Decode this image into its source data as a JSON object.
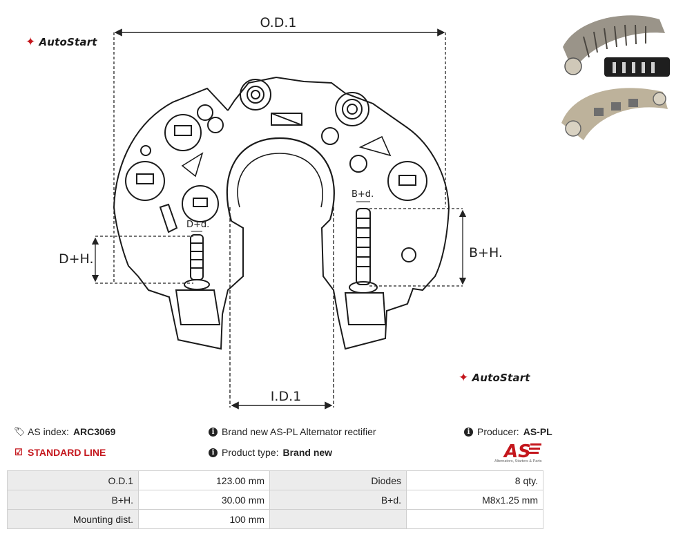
{
  "brand": {
    "name": "AutoStart"
  },
  "diagram": {
    "od_label": "O.D.1",
    "id_label": "I.D.1",
    "dh_label": "D+H.",
    "bh_label": "B+H.",
    "dd_label": "D+d.",
    "bd_label": "B+d."
  },
  "photos": [
    {
      "name": "rectifier-top-view"
    },
    {
      "name": "rectifier-bottom-view"
    }
  ],
  "info": {
    "as_index_label": "AS index:",
    "as_index_value": "ARC3069",
    "description": "Brand new AS-PL Alternator rectifier",
    "producer_label": "Producer:",
    "producer_value": "AS-PL",
    "line": "STANDARD LINE",
    "product_type_label": "Product type:",
    "product_type_value": "Brand new",
    "as_logo_text": "AS",
    "as_logo_tagline": "Alternators, Starters & Parts"
  },
  "specs": [
    {
      "label1": "O.D.1",
      "value1": "123.00 mm",
      "label2": "Diodes",
      "value2": "8 qty."
    },
    {
      "label1": "B+H.",
      "value1": "30.00 mm",
      "label2": "B+d.",
      "value2": "M8x1.25 mm"
    },
    {
      "label1": "Mounting dist.",
      "value1": "100 mm",
      "label2": "",
      "value2": ""
    }
  ],
  "colors": {
    "brand_red": "#c4161c",
    "label_bg": "#ececec",
    "border": "#cfcfcf"
  }
}
